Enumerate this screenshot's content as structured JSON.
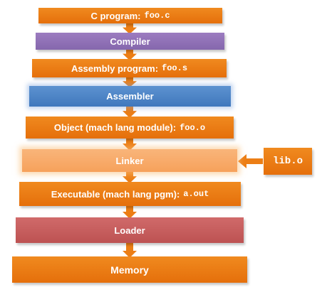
{
  "stages": [
    {
      "label": "C program: ",
      "code": "foo.c",
      "color": "#ec7e15"
    },
    {
      "label": "Compiler",
      "code": "",
      "color": "#8f71b6"
    },
    {
      "label": "Assembly program: ",
      "code": "foo.s",
      "color": "#ec7e15"
    },
    {
      "label": "Assembler",
      "code": "",
      "color": "#4b83c6"
    },
    {
      "label": "Object (mach lang module): ",
      "code": "foo.o",
      "color": "#ec7e15"
    },
    {
      "label": "Linker",
      "code": "",
      "color": "#f8ab68"
    },
    {
      "label": "Executable (mach lang pgm): ",
      "code": "a.out",
      "color": "#ec7e15"
    },
    {
      "label": "Loader",
      "code": "",
      "color": "#c65e5e"
    },
    {
      "label": "Memory",
      "code": "",
      "color": "#ec7e15"
    }
  ],
  "side_input": {
    "code": "lib.o",
    "color": "#ec7e15"
  }
}
